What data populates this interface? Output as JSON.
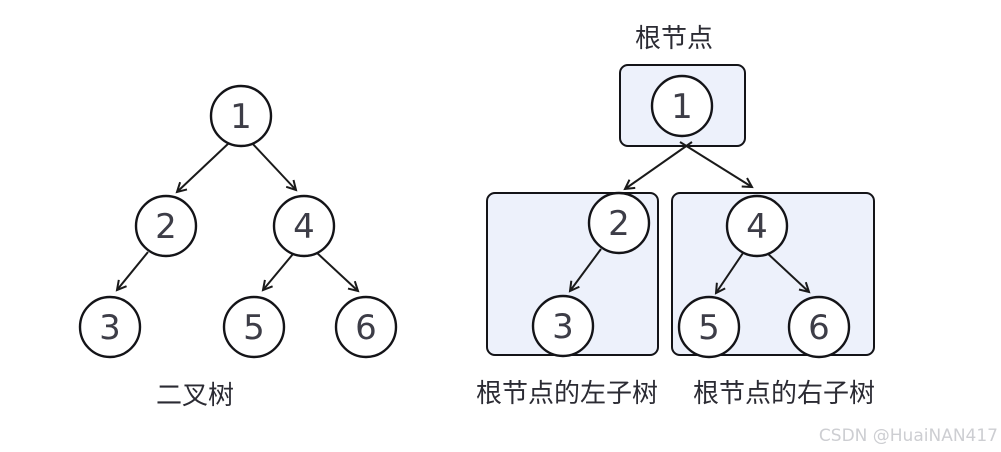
{
  "colors": {
    "box_fill": "#edf1fb",
    "line_stroke": "#1a1a1a",
    "node_fill": "#ffffff",
    "node_text": "#3d3d47",
    "caption_text": "#2b2b33",
    "watermark_text": "#cdced2"
  },
  "left_diagram": {
    "caption": "二叉树",
    "nodes": [
      "1",
      "2",
      "3",
      "4",
      "5",
      "6"
    ],
    "structure": "1 -> (2, 4); 2 -> (3); 4 -> (5, 6)"
  },
  "right_diagram": {
    "root_caption": "根节点",
    "left_caption": "根节点的左子树",
    "right_caption": "根节点的右子树",
    "nodes": [
      "1",
      "2",
      "3",
      "4",
      "5",
      "6"
    ],
    "structure": "1 -> (2, 4); 2 -> (3); 4 -> (5, 6)"
  },
  "watermark": {
    "text": "CSDN @HuaiNAN417"
  }
}
